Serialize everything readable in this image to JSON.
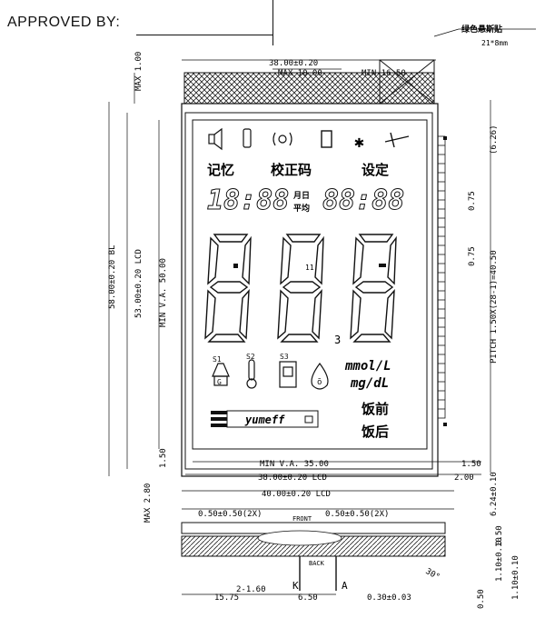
{
  "header": {
    "approved_label": "APPROVED BY:"
  },
  "sticker": {
    "label": "绿色悬斯贴",
    "size": "21*8mm"
  },
  "dims_top": {
    "width": "38.00±0.20",
    "max": "MAX 10.00",
    "min": "MIN 16.50"
  },
  "dims_left": {
    "max_top": "MAX 1.00",
    "overall_h": "58.00±0.20 BL",
    "lcd_h": "53.00±0.20 LCD",
    "va_h": "MIN V.A. 50.00",
    "bottom_gap": "1.50",
    "max_thick": "MAX 2.80"
  },
  "dims_right": {
    "top_gap": "(6.26)",
    "pitch_a": "0.75",
    "pitch_b": "0.75",
    "pitch": "PITCH 1.50X(28-1)=40.50",
    "r1": "6.24±0.10",
    "r2": "1.50",
    "r3": "2.00"
  },
  "dims_bottom": {
    "va_w": "MIN V.A. 35.00",
    "lcd_w": "38.00±0.20 LCD",
    "bl_w": "40.00±0.20 LCD",
    "gap_r1": "1.50",
    "gap_r2": "2.00",
    "offset_l": "0.50±0.50(2X)",
    "front": "FRONT",
    "offset_r": "0.50±0.50(2X)"
  },
  "side_view": {
    "back": "BACK",
    "pin_k": "K",
    "pin_a": "A",
    "pin_spacing": "2-1.60",
    "d1": "15.75",
    "d2": "6.50",
    "d3": "0.30±0.03",
    "angle": "30°",
    "t1": "0.50",
    "t2": "1.10±0.10",
    "t3": "1.10±0.10",
    "bottom": "0.50"
  },
  "lcd": {
    "labels": {
      "memory": "记忆",
      "code": "校正码",
      "setting": "设定",
      "mmol": "mmol/L",
      "mgdl": "mg/dL",
      "before_meal": "饭前",
      "after_meal": "饭后",
      "month_day": "月日",
      "am_pm": "平均",
      "brand": "yumeff"
    },
    "time_digits": "18:88",
    "date_digits": "88:88",
    "main_digits": "888"
  }
}
